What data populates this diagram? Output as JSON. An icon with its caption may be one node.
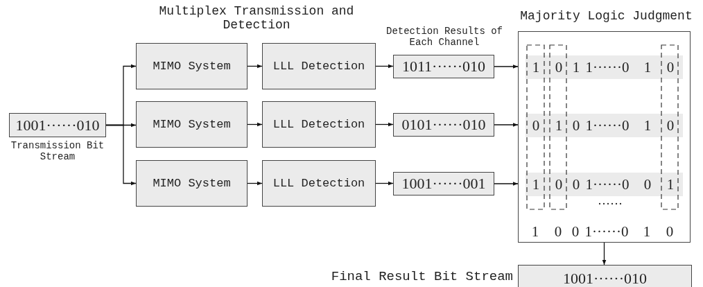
{
  "diagram": {
    "nodes": [
      {
        "text": [
          "1001······010"
        ],
        "beside": [
          "Transmission Bit Stream"
        ]
      },
      {
        "text": [
          "MIMO System"
        ]
      },
      {
        "text": [
          "MIMO System"
        ]
      },
      {
        "text": [
          "MIMO System"
        ]
      },
      {
        "text": [
          "LLL Detection"
        ]
      },
      {
        "text": [
          "LLL Detection"
        ]
      },
      {
        "text": [
          "LLL Detection"
        ]
      },
      {
        "text": [
          "1011······010"
        ]
      },
      {
        "text": [
          "0101······010"
        ]
      },
      {
        "text": [
          "1001······001"
        ]
      },
      {
        "text": [
          "Majority Logic Judgment"
        ]
      },
      {
        "text": [
          "1 0 1 1······0 1 0"
        ],
        "in": 10
      },
      {
        "text": [
          "0 1 0 1······0 1 0"
        ],
        "in": 10
      },
      {
        "text": [
          "1 0 0 1······0 0 1"
        ],
        "in": 10
      },
      {
        "text": [
          "1001······010"
        ],
        "beside": [
          "Final Result Bit Stream"
        ]
      }
    ],
    "edges": [
      {
        "from": 0,
        "to": 1,
        "arrow": "to"
      },
      {
        "from": 0,
        "to": 2,
        "arrow": "to"
      },
      {
        "from": 0,
        "to": 3,
        "arrow": "to"
      },
      {
        "from": 1,
        "to": 4,
        "arrow": "to"
      },
      {
        "from": 2,
        "to": 5,
        "arrow": "to"
      },
      {
        "from": 3,
        "to": 6,
        "arrow": "to"
      },
      {
        "from": 4,
        "to": 7,
        "arrow": "to"
      },
      {
        "from": 5,
        "to": 8,
        "arrow": "to"
      },
      {
        "from": 6,
        "to": 9,
        "arrow": "to"
      },
      {
        "from": 7,
        "to": 10,
        "arrow": "to"
      },
      {
        "from": 8,
        "to": 10,
        "arrow": "to"
      },
      {
        "from": 9,
        "to": 10,
        "arrow": "to"
      },
      {
        "from": 10,
        "to": 14,
        "arrow": "to"
      }
    ],
    "labels": [
      "Multiplex Transmission and Detection",
      "Detection Results of Each Channel",
      "······",
      "1 0 0 1······0 1 0"
    ]
  }
}
